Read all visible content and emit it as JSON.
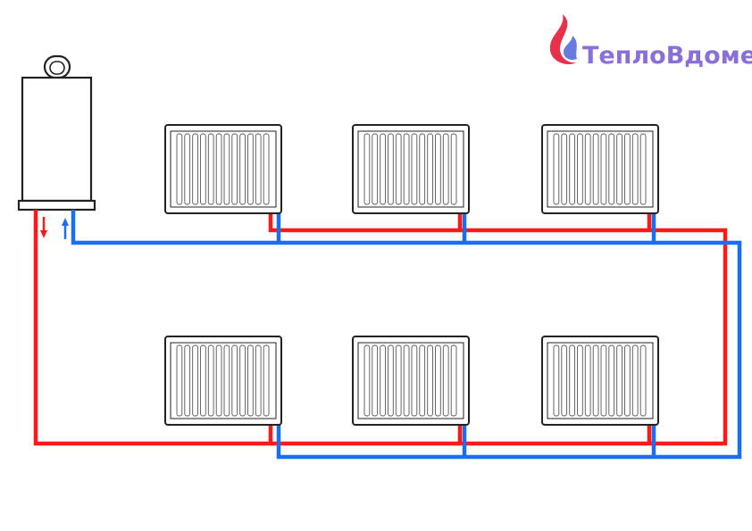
{
  "logo": {
    "text": "ТеплоВдоме",
    "text_color": "#8a6fd6",
    "flame_colors": [
      "#e8304a",
      "#6a7be0"
    ]
  },
  "colors": {
    "supply_pipe": "#ff1a1a",
    "return_pipe": "#1a6ef0",
    "outline": "#222222",
    "fill": "#ffffff"
  },
  "boiler": {
    "supply_arrow": "down-arrow-icon",
    "return_arrow": "up-arrow-icon"
  },
  "radiators": {
    "upper_row_count": 3,
    "lower_row_count": 3,
    "fins_per_radiator": 12
  }
}
